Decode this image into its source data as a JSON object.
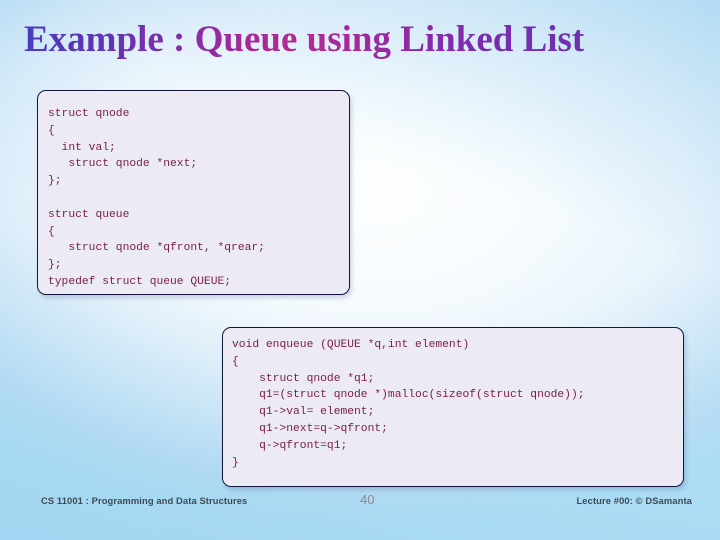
{
  "slide": {
    "title": "Example : Queue using Linked List",
    "background": {
      "center_color": "#fdfeff",
      "edge_color": "#ade0f5"
    },
    "title_gradient": {
      "start_color": "#4b3bbf",
      "mid_color": "#b32a8f",
      "end_color": "#5d33ae"
    }
  },
  "code_blocks": [
    {
      "name": "struct-definitions",
      "language": "c",
      "text_color": "#7a2048",
      "fill_color": "#eceaf5",
      "border_color": "#16163c",
      "code": "struct qnode\n{\n  int val;\n   struct qnode *next;\n};\n\nstruct queue\n{\n   struct qnode *qfront, *qrear;\n};\ntypedef struct queue QUEUE;"
    },
    {
      "name": "enqueue-function",
      "language": "c",
      "text_color": "#7a2048",
      "fill_color": "#eceaf5",
      "border_color": "#16163c",
      "code": "void enqueue (QUEUE *q,int element)\n{\n    struct qnode *q1;\n    q1=(struct qnode *)malloc(sizeof(struct qnode));\n    q1->val= element;\n    q1->next=q->qfront;\n    q->qfront=q1;\n}"
    }
  ],
  "footer": {
    "course": "CS 11001 : Programming and Data Structures",
    "page_number": "40",
    "lecture": "Lecture #00: © DSamanta"
  }
}
